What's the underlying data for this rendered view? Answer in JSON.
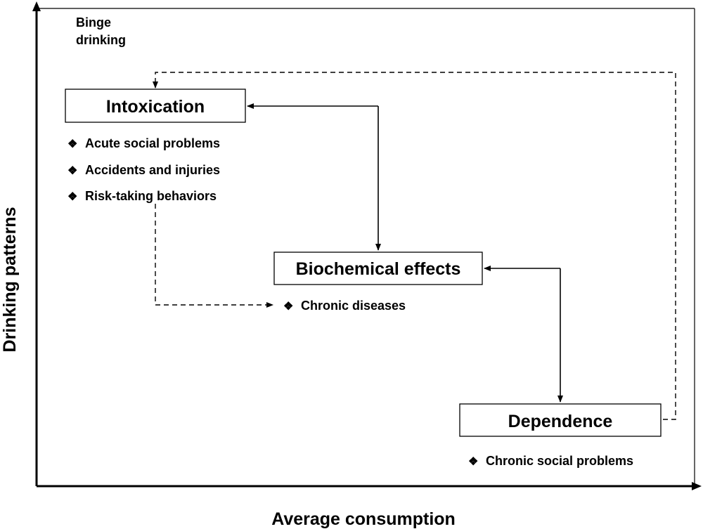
{
  "axes": {
    "x_label": "Average consumption",
    "y_label": "Drinking patterns",
    "corner_label_line1": "Binge",
    "corner_label_line2": "drinking"
  },
  "nodes": {
    "intoxication": {
      "title": "Intoxication",
      "bullets": [
        "Acute social problems",
        "Accidents and injuries",
        "Risk-taking behaviors"
      ]
    },
    "biochemical": {
      "title": "Biochemical effects",
      "bullets": [
        "Chronic diseases"
      ]
    },
    "dependence": {
      "title": "Dependence",
      "bullets": [
        "Chronic social problems"
      ]
    }
  },
  "bullet_glyph": "❖",
  "colors": {
    "stroke": "#000000",
    "background": "#ffffff"
  }
}
